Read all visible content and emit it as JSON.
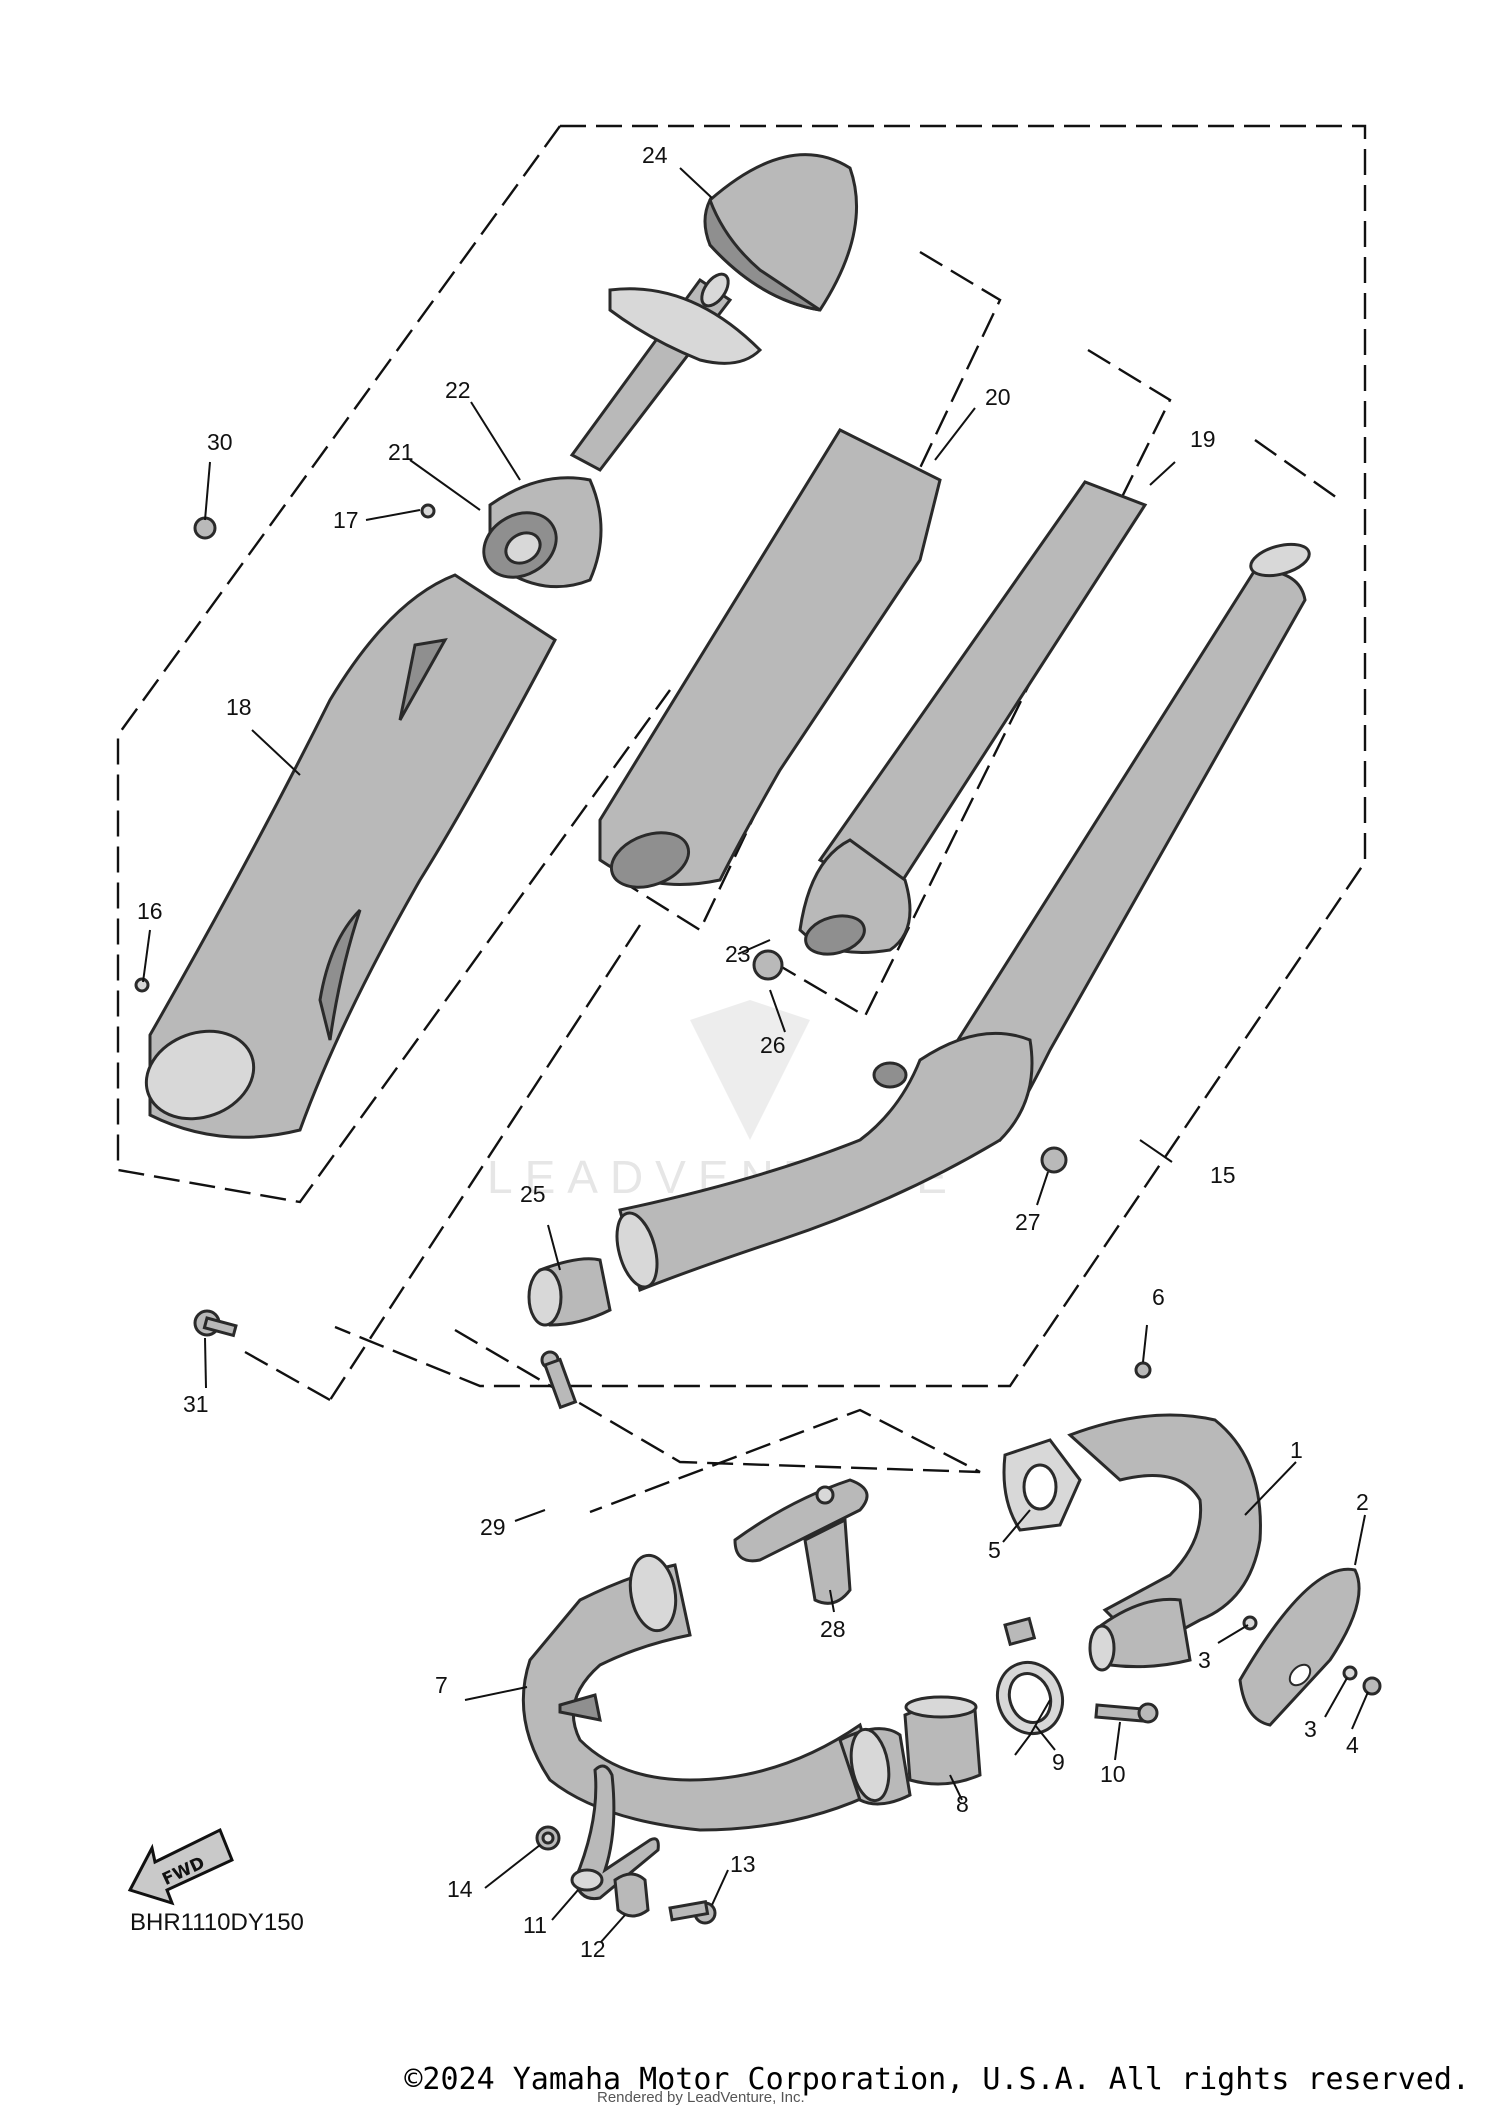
{
  "diagram": {
    "part_callouts": [
      "1",
      "2",
      "3",
      "3",
      "4",
      "5",
      "6",
      "7",
      "8",
      "9",
      "10",
      "11",
      "12",
      "13",
      "14",
      "15",
      "16",
      "17",
      "18",
      "19",
      "20",
      "21",
      "22",
      "23",
      "24",
      "25",
      "26",
      "27",
      "28",
      "29",
      "30",
      "31"
    ],
    "fwd_label": "FWD",
    "illustration_code": "BHR1110DY150",
    "watermark": "LEADVENTURE"
  },
  "footer": {
    "copyright": "©2024 Yamaha Motor Corporation, U.S.A. All rights reserved.",
    "rendered_by": "Rendered by LeadVenture, Inc."
  }
}
